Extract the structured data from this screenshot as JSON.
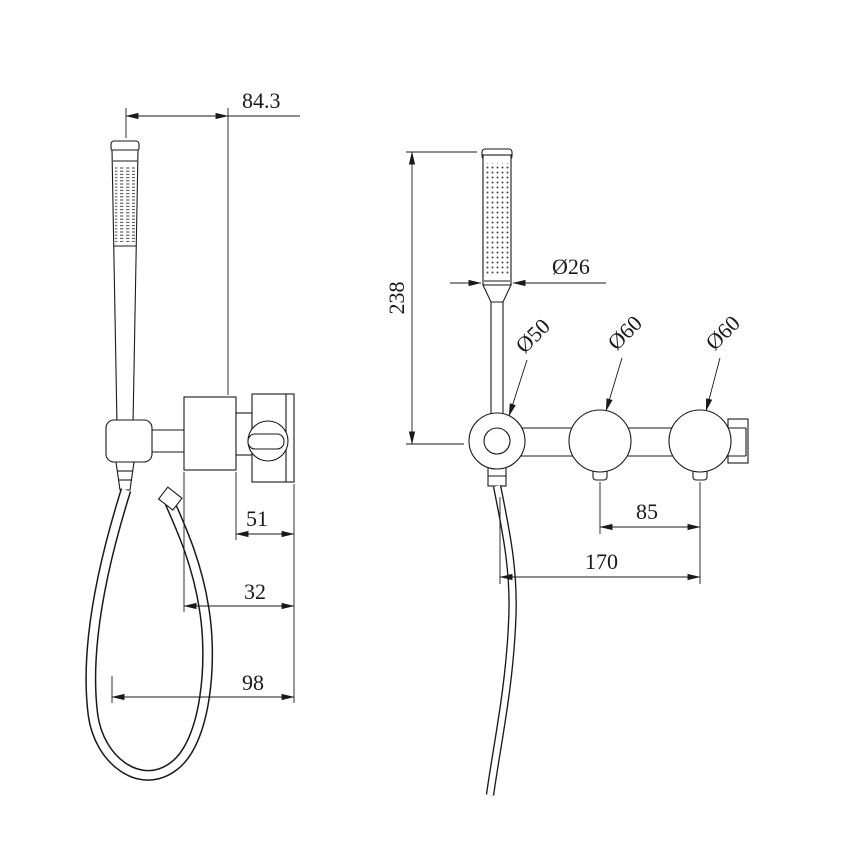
{
  "drawing": {
    "background": "#ffffff",
    "line_color": "#1a1a1a",
    "dims": {
      "d84_3": "84.3",
      "d51": "51",
      "d32": "32",
      "d98": "98",
      "d238": "238",
      "d26": "Ø26",
      "d50": "Ø50",
      "d60_left": "Ø60",
      "d60_right": "Ø60",
      "d85": "85",
      "d170": "170"
    }
  }
}
